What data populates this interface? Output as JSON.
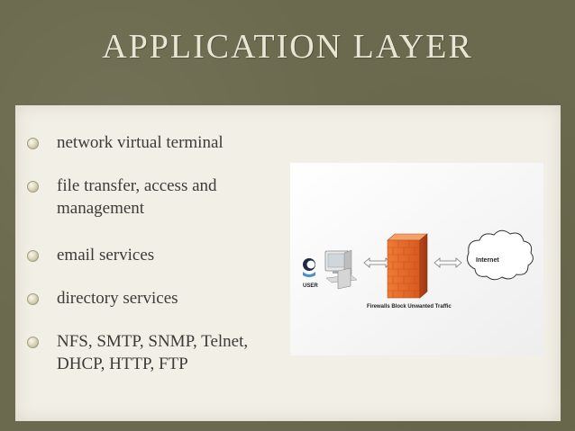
{
  "slide": {
    "title": "APPLICATION LAYER",
    "bullets": [
      "network virtual terminal",
      "file transfer, access and management",
      "email services",
      "directory services",
      "NFS, SMTP, SNMP, Telnet, DHCP, HTTP, FTP"
    ]
  },
  "diagram": {
    "user_label": "USER",
    "firewall_caption": "Firewalls Block Unwanted Traffic",
    "cloud_label": "Internet"
  },
  "colors": {
    "background": "#6b6a4e",
    "panel": "#f2efe6",
    "title_text": "#e9e6d4",
    "body_text": "#3b3b38",
    "firewall": "#e06a2a"
  }
}
